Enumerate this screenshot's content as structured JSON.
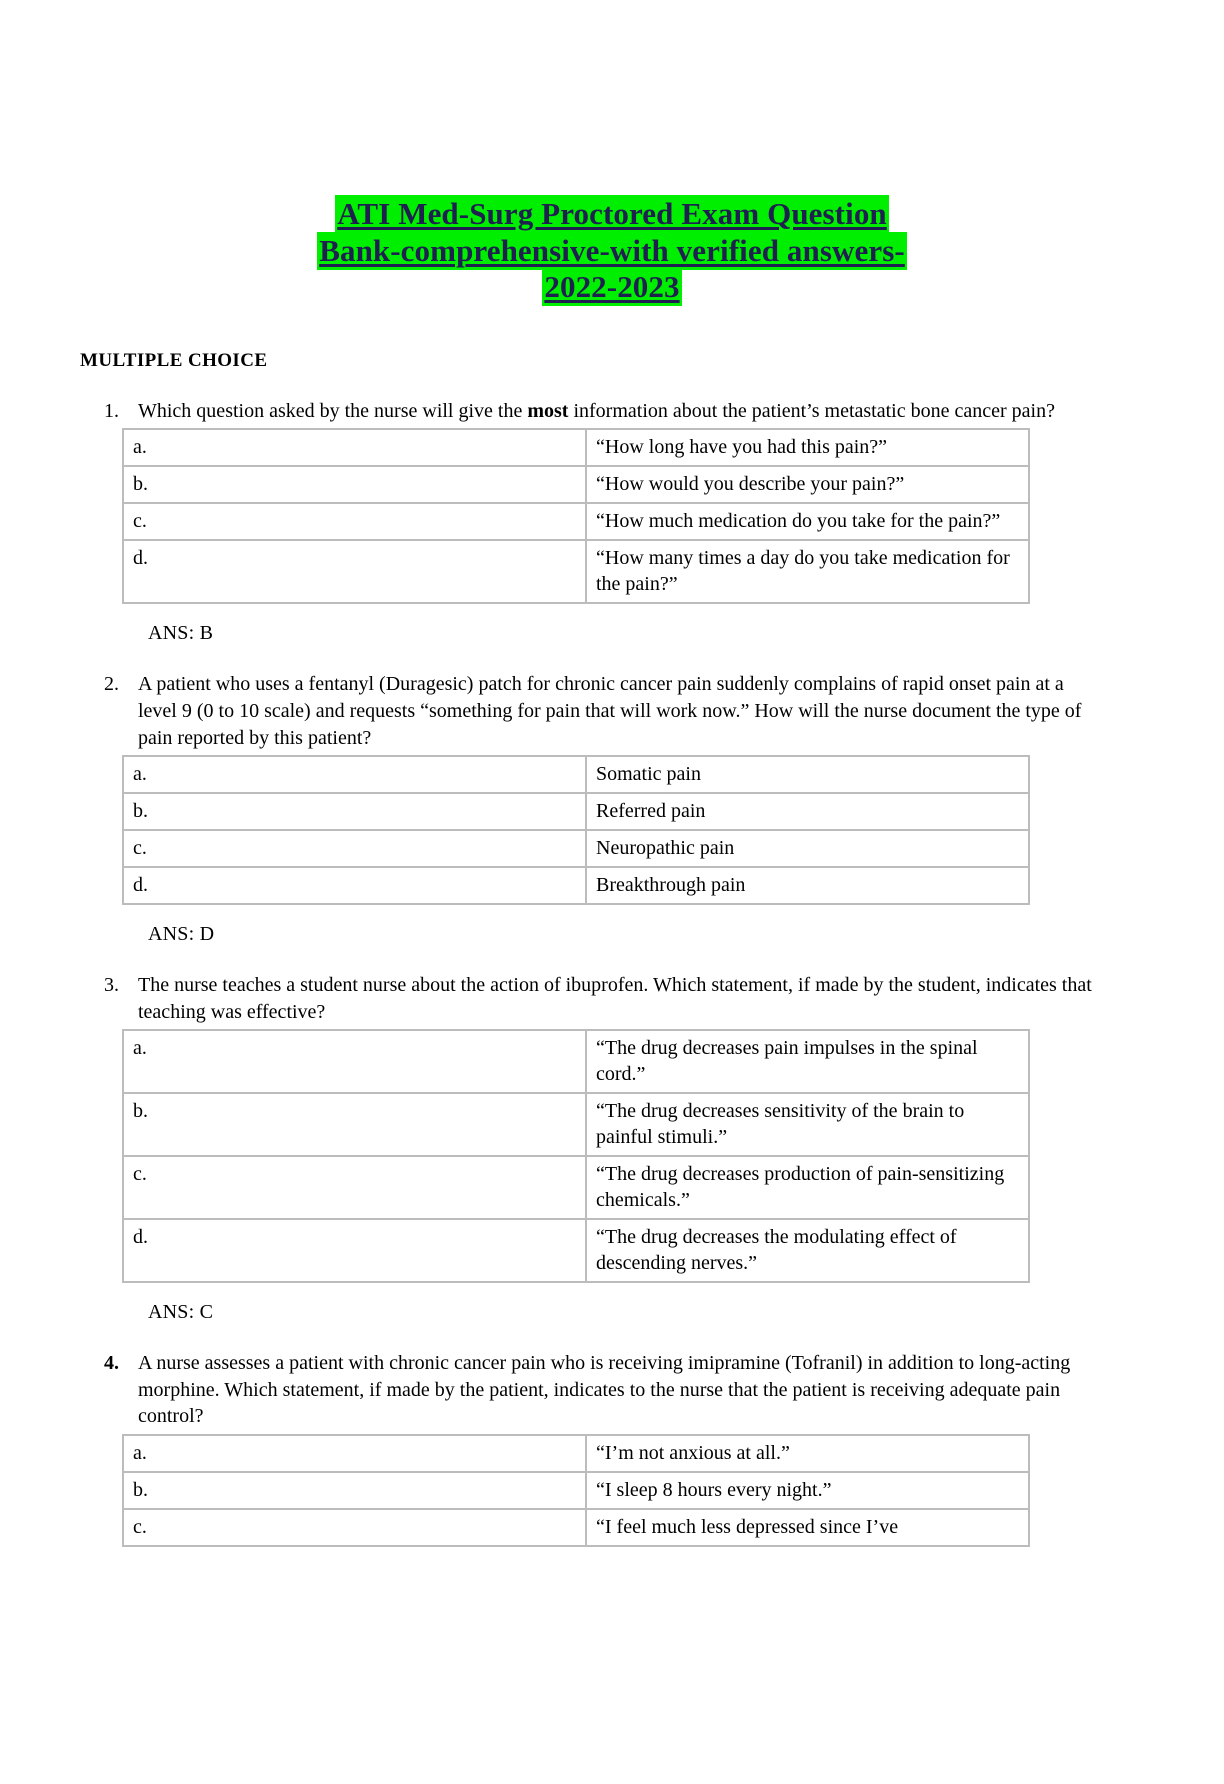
{
  "document": {
    "title_lines": [
      "ATI Med-Surg Proctored Exam Question",
      "Bank-comprehensive-with verified answers-",
      "2022-2023"
    ],
    "title_highlight_color": "#00ee00",
    "title_text_color": "#1f2050",
    "section_heading": "MULTIPLE CHOICE"
  },
  "questions": [
    {
      "number": "1.",
      "text_parts": [
        {
          "text": "Which question asked by the nurse will give the ",
          "bold": false
        },
        {
          "text": "most",
          "bold": true
        },
        {
          "text": " information about the patient’s metastatic bone cancer pain?",
          "bold": false
        }
      ],
      "choices": [
        {
          "letter": "a.",
          "text": "“How long have you had this pain?”"
        },
        {
          "letter": "b.",
          "text": "“How would you describe your pain?”"
        },
        {
          "letter": "c.",
          "text": "“How much medication do you take for the pain?”"
        },
        {
          "letter": "d.",
          "text": "“How many times a day do you take medication for the pain?”"
        }
      ],
      "answer": "ANS: B"
    },
    {
      "number": "2.",
      "text_parts": [
        {
          "text": "A patient who uses a fentanyl (Duragesic) patch for chronic cancer pain suddenly complains of rapid onset pain at a level 9 (0 to 10 scale) and requests “something for pain that will work now.” How will the nurse document the type of pain reported by this patient?",
          "bold": false
        }
      ],
      "choices": [
        {
          "letter": "a.",
          "text": "Somatic pain"
        },
        {
          "letter": "b.",
          "text": "Referred pain"
        },
        {
          "letter": "c.",
          "text": "Neuropathic pain"
        },
        {
          "letter": "d.",
          "text": "Breakthrough pain"
        }
      ],
      "answer": "ANS: D"
    },
    {
      "number": "3.",
      "text_parts": [
        {
          "text": "The nurse teaches a student nurse about the action of ibuprofen. Which statement, if made by the student, indicates that teaching was effective?",
          "bold": false
        }
      ],
      "choices": [
        {
          "letter": "a.",
          "text": "“The drug decreases pain impulses in the spinal cord.”"
        },
        {
          "letter": "b.",
          "text": "“The drug decreases sensitivity of the brain to painful stimuli.”"
        },
        {
          "letter": "c.",
          "text": "“The drug decreases production of pain-sensitizing chemicals.”"
        },
        {
          "letter": "d.",
          "text": "“The drug decreases the modulating effect of descending nerves.”"
        }
      ],
      "answer": "ANS: C"
    },
    {
      "number": "4.",
      "number_bold": true,
      "text_parts": [
        {
          "text": "A nurse assesses a patient with chronic cancer pain who is receiving imipramine (Tofranil) in addition to long-acting morphine. Which statement, if made by the patient, indicates to the nurse that the patient is receiving adequate pain control?",
          "bold": false
        }
      ],
      "choices": [
        {
          "letter": "a.",
          "text": "“I’m not anxious at all.”"
        },
        {
          "letter": "b.",
          "text": "“I sleep 8 hours every night.”"
        },
        {
          "letter": "c.",
          "text": "“I feel much less depressed since I’ve"
        }
      ],
      "answer": ""
    }
  ]
}
